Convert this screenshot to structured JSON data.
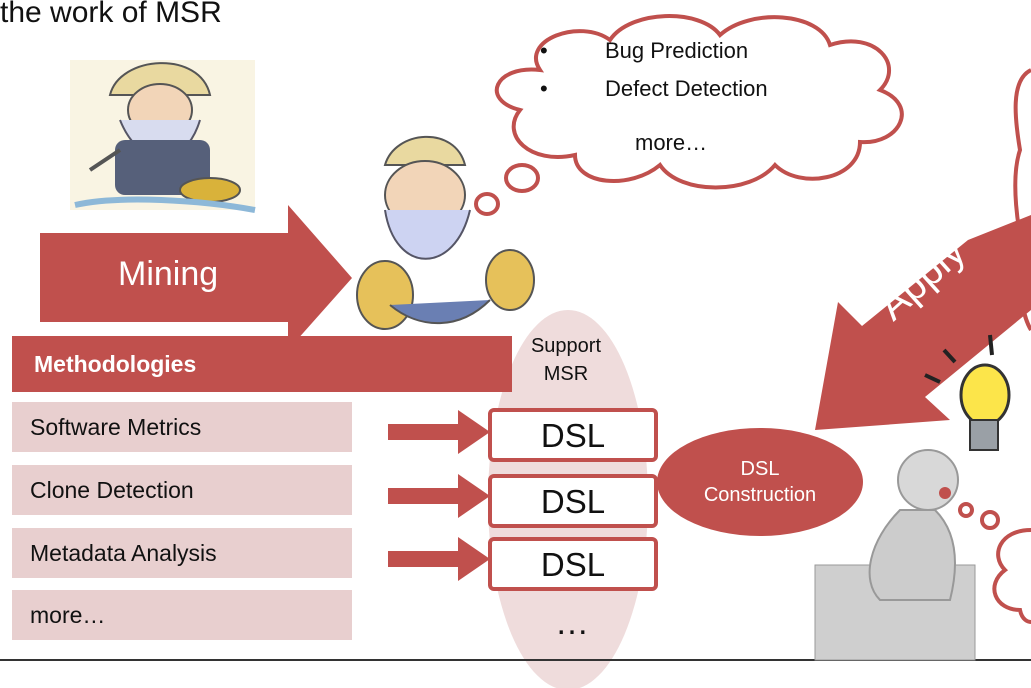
{
  "title": "the work of MSR",
  "thought_cloud": {
    "bullets": [
      "Bug Prediction",
      "Defect Detection"
    ],
    "more": "more…"
  },
  "mining_arrow": {
    "label": "Mining"
  },
  "apply_arrow": {
    "label": "Apply"
  },
  "methodologies": {
    "header": "Methodologies",
    "items": [
      "Software Metrics",
      "Clone Detection",
      "Metadata Analysis",
      "more…"
    ]
  },
  "support": {
    "line1": "Support",
    "line2": "MSR"
  },
  "dsl_boxes": [
    "DSL",
    "DSL",
    "DSL"
  ],
  "ellipsis": "…",
  "dsl_construction": {
    "line1": "DSL",
    "line2": "Construction"
  },
  "colors": {
    "accent": "#c0504d",
    "row_bg": "#e8cfcf",
    "oval_bg": "#efdcdc"
  },
  "images": [
    "gold-miner-panning-illustration",
    "happy-miner-with-money-bags-illustration",
    "thinking-person-figure",
    "lightbulb-icon"
  ]
}
